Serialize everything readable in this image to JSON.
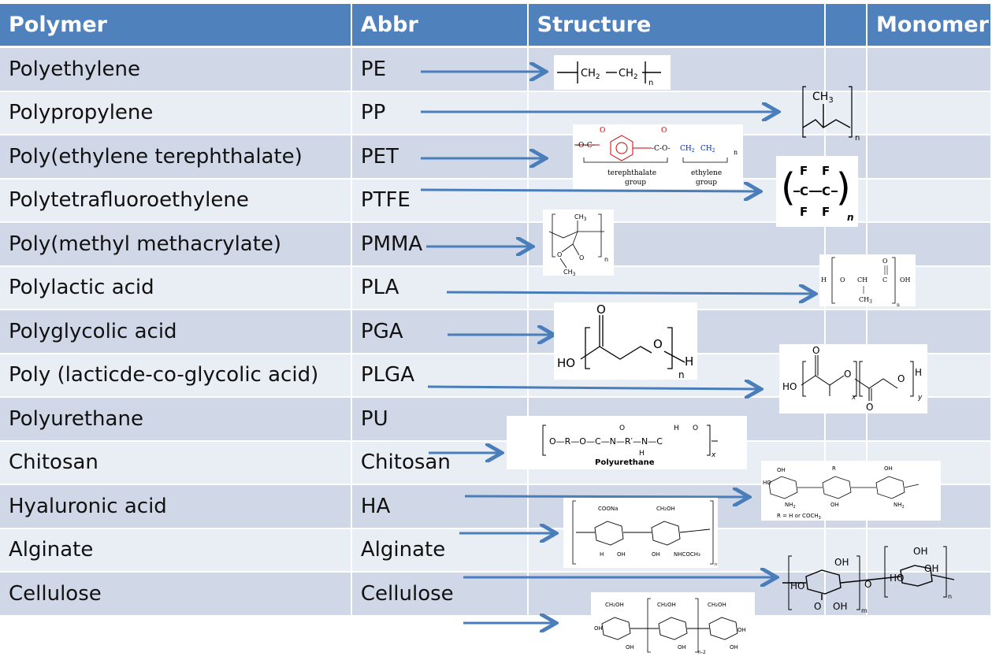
{
  "headers": [
    "Polymer",
    "Abbr",
    "Structure",
    "",
    "Monomer"
  ],
  "rows": [
    {
      "polymer": "Polyethylene",
      "abbr": "PE"
    },
    {
      "polymer": "Polypropylene",
      "abbr": "PP"
    },
    {
      "polymer": "Poly(ethylene terephthalate)",
      "abbr": "PET"
    },
    {
      "polymer": "Polytetrafluoroethylene",
      "abbr": "PTFE"
    },
    {
      "polymer": "Poly(methyl methacrylate)",
      "abbr": "PMMA"
    },
    {
      "polymer": "Polylactic acid",
      "abbr": "PLA"
    },
    {
      "polymer": "Polyglycolic acid",
      "abbr": "PGA"
    },
    {
      "polymer": "Poly (lacticde-co-glycolic acid)",
      "abbr": "PLGA"
    },
    {
      "polymer": "Polyurethane",
      "abbr": "PU"
    },
    {
      "polymer": "Chitosan",
      "abbr": "Chitosan"
    },
    {
      "polymer": "Hyaluronic acid",
      "abbr": "HA"
    },
    {
      "polymer": "Alginate",
      "abbr": "Alginate"
    },
    {
      "polymer": "Cellulose",
      "abbr": "Cellulose"
    }
  ],
  "structures": {
    "pe": {
      "unit": "CH",
      "sub": "2",
      "n": "n"
    },
    "pp": {
      "group": "CH",
      "group_sub": "3",
      "n": "n"
    },
    "pet": {
      "terephthalate": "terephthalate",
      "ethylene": "ethylene",
      "group": "group",
      "ch2": "CH",
      "sub": "2",
      "n": "n"
    },
    "ptfe": {
      "f": "F",
      "c": "C",
      "n": "n"
    },
    "pmma": {
      "ch3": "CH",
      "sub": "3",
      "o": "O",
      "n": "n"
    },
    "pla": {
      "h": "H",
      "o": "O",
      "ch": "CH",
      "oh": "OH",
      "ch3": "CH",
      "sub": "3",
      "n": "n"
    },
    "pga": {
      "ho": "HO",
      "o": "O",
      "h": "H",
      "n": "n"
    },
    "plga": {
      "ho": "HO",
      "o": "O",
      "h": "H",
      "x": "x",
      "y": "y"
    },
    "pu": {
      "chain": "O—R—O—C—N—R′—N—C",
      "caption": "Polyurethane",
      "o": "O",
      "h": "H",
      "x": "x"
    },
    "chitosan": {
      "r_note": "R = H or COCH",
      "r_sub": "3",
      "r": "R",
      "nh2": "NH",
      "oh": "OH",
      "ho": "HO"
    },
    "ha": {
      "coona": "COONa",
      "ch2oh": "CH₂OH",
      "oh": "OH",
      "nhcoch3": "NHCOCH₃",
      "h": "H",
      "n": "n"
    },
    "alginate": {
      "oh": "OH",
      "ho": "HO",
      "o": "O",
      "m": "m",
      "n": "n"
    },
    "cellulose": {
      "ch2oh": "CH₂OH",
      "oh": "OH",
      "n2": "n-2"
    }
  }
}
